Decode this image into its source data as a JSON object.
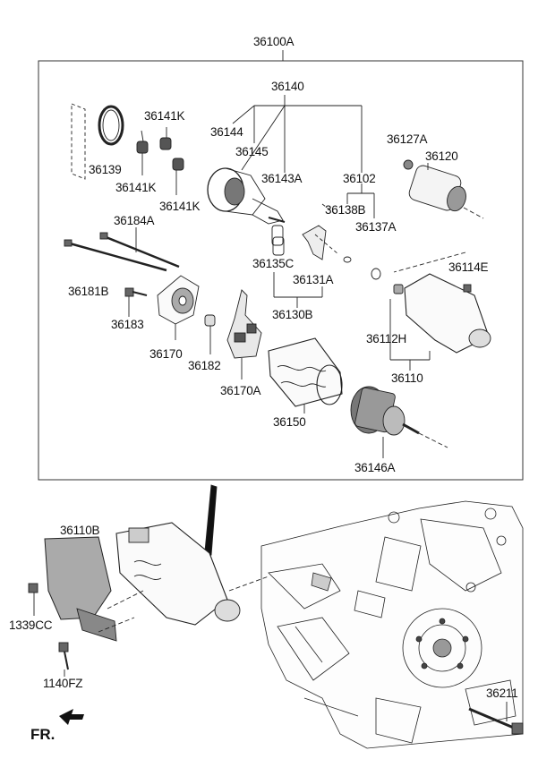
{
  "labels": {
    "assembly": "36100A",
    "housing_group": "36140",
    "gear_ring": "36144",
    "gear_shaft": "36145",
    "pinion": "36143A",
    "bearing_k1": "36141K",
    "bearing_k2": "36141K",
    "bearing_k3": "36141K",
    "seal": "36139",
    "lever_group": "36102",
    "spring": "36138B",
    "clip": "36137A",
    "bracket_pin": "36127A",
    "solenoid": "36120",
    "through_bolt": "36184A",
    "screw_long": "36181B",
    "screw_short": "36183",
    "end_frame": "36170",
    "bush": "36182",
    "brush_holder": "36170A",
    "lever_c": "36135C",
    "lever_a": "36131A",
    "lever_set": "36130B",
    "yoke": "36150",
    "armature": "36146A",
    "housing_bolt": "36114E",
    "bushing_h": "36112H",
    "front_housing": "36110",
    "cover": "36110B",
    "bolt_cc": "1339CC",
    "bolt_fz": "1140FZ",
    "engine_bolt": "36211",
    "direction": "FR."
  }
}
